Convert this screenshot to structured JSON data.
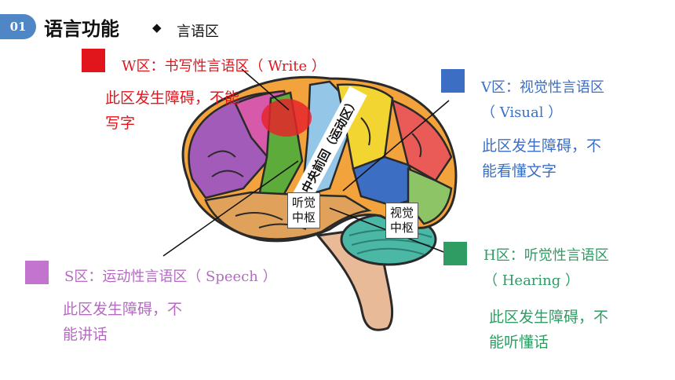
{
  "header": {
    "badge": "01",
    "title": "语言功能",
    "bullet": "◆",
    "subtitle": "言语区"
  },
  "regions": {
    "w": {
      "label": "W区：书写性言语区（ Write ）",
      "desc": [
        "此区发生障碍，不能",
        "写字"
      ],
      "color": "#e1161d"
    },
    "v": {
      "label": [
        "V区：视觉性言语区",
        "（ Visual ）"
      ],
      "desc": [
        "此区发生障碍，不",
        "能看懂文字"
      ],
      "color": "#3c6fc4"
    },
    "s": {
      "label": "S区：运动性言语区（ Speech ）",
      "desc": [
        "此区发生障碍，不",
        "能讲话"
      ],
      "color": "#c274cf"
    },
    "h": {
      "label": [
        "H区：听觉性言语区",
        "（ Hearing ）"
      ],
      "desc": [
        "此区发生障碍，不",
        "能听懂话"
      ],
      "color": "#2e9c63"
    }
  },
  "brain": {
    "central_sulcus_1": "中央前回（运动区）",
    "auditory_center": [
      "听觉",
      "中枢"
    ],
    "visual_center": [
      "视觉",
      "中枢"
    ]
  }
}
